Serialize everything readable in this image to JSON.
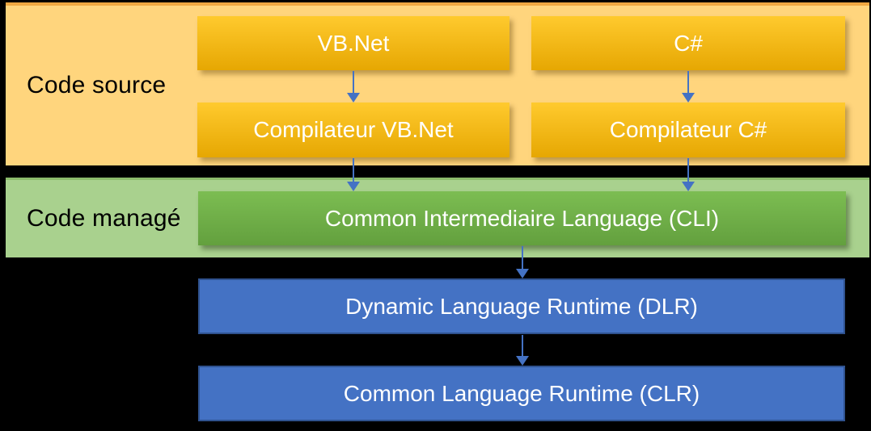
{
  "bands": {
    "source": {
      "label": "Code source"
    },
    "managed": {
      "label": "Code managé"
    }
  },
  "nodes": {
    "vbnet": {
      "label": "VB.Net"
    },
    "csharp": {
      "label": "C#"
    },
    "compiler_vbnet": {
      "label": "Compilateur VB.Net"
    },
    "compiler_csharp": {
      "label": "Compilateur C#"
    },
    "cli": {
      "label": "Common Intermediaire Language (CLI)"
    },
    "dlr": {
      "label": "Dynamic Language Runtime (DLR)"
    },
    "clr": {
      "label": "Common Language Runtime (CLR)"
    }
  },
  "edges": [
    {
      "from": "vbnet",
      "to": "compiler_vbnet"
    },
    {
      "from": "csharp",
      "to": "compiler_csharp"
    },
    {
      "from": "compiler_vbnet",
      "to": "cli"
    },
    {
      "from": "compiler_csharp",
      "to": "cli"
    },
    {
      "from": "cli",
      "to": "dlr"
    },
    {
      "from": "dlr",
      "to": "clr"
    }
  ],
  "colors": {
    "background": "#000000",
    "band_source_bg": "#FFD57D",
    "band_source_edge": "#F0A842",
    "band_managed_bg": "#A9D18E",
    "band_managed_edge": "#8CBB6B",
    "node_gold_top": "#FFCA2E",
    "node_gold_bottom": "#E6A702",
    "node_green_top": "#7CBD52",
    "node_green_bottom": "#63A03E",
    "node_blue": "#4472C4",
    "node_blue_border": "#2F528F",
    "arrow": "#4472C4",
    "band_text": "#000000",
    "node_text": "#FFFFFF"
  }
}
